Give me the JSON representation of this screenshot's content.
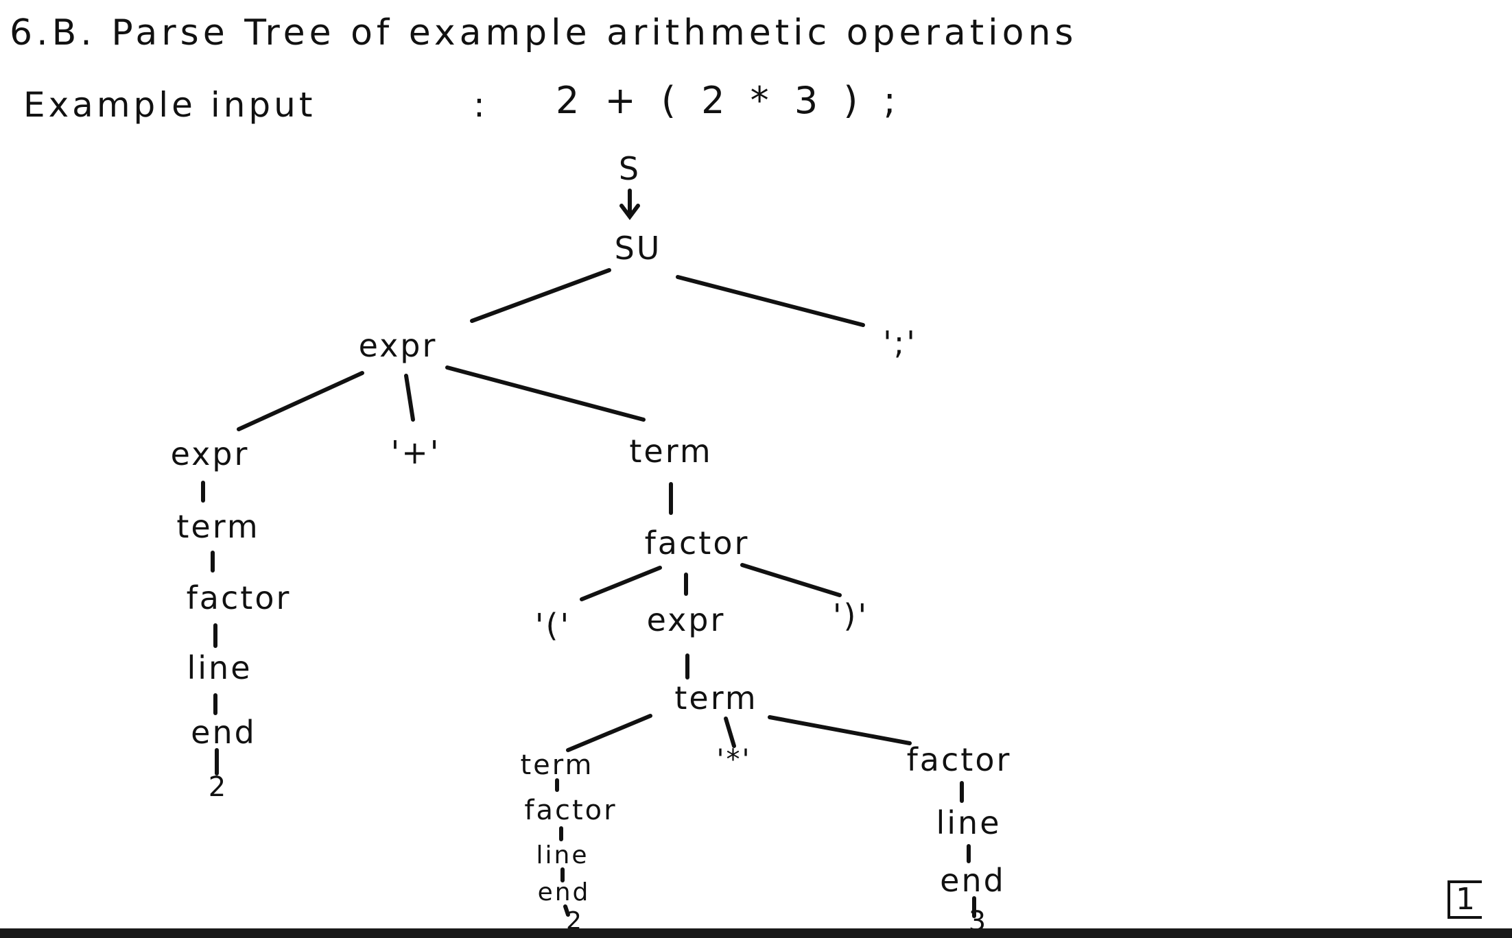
{
  "header": {
    "title": "6.B. Parse Tree of example arithmetic operations",
    "input_label": "Example input",
    "input_colon": ":",
    "input_value": "2 + ( 2 * 3 ) ;"
  },
  "tree": {
    "s": "S",
    "s_arrow": "↓",
    "su": "SU",
    "expr_top": "expr",
    "semicolon": "';'",
    "expr_left": "expr",
    "plus": "'+'",
    "term_right": "term",
    "left_term": "term",
    "left_factor": "factor",
    "left_line": "line",
    "left_end": "end",
    "left_value": "2",
    "factor_paren": "factor",
    "lparen": "'('",
    "expr_inner": "expr",
    "rparen": "')'",
    "term_inner": "term",
    "term_mul_left": "term",
    "star": "'*'",
    "factor_mul_right": "factor",
    "ml_factor": "factor",
    "ml_line": "line",
    "ml_end": "end",
    "ml_value": "2",
    "mr_line": "line",
    "mr_end": "end",
    "mr_value": "3"
  },
  "footer": {
    "page_number": "1"
  }
}
